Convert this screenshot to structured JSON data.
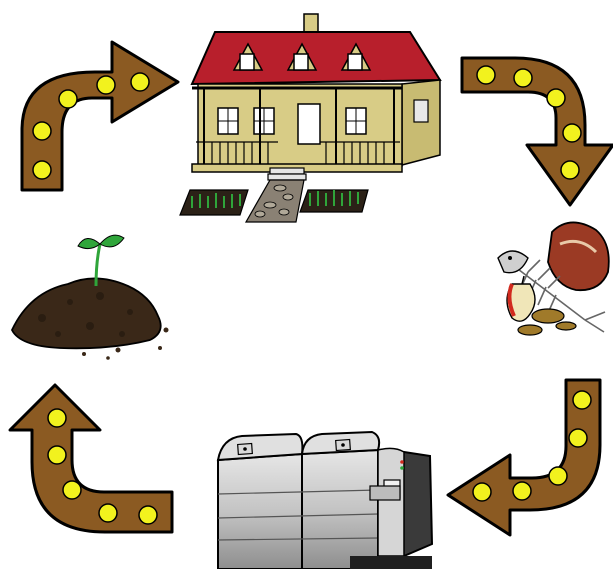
{
  "diagram": {
    "type": "cycle",
    "steps": [
      {
        "id": "house",
        "icon": "house-with-garden-icon"
      },
      {
        "id": "food-scraps",
        "icon": "food-scraps-icon"
      },
      {
        "id": "composter",
        "icon": "composting-machine-icon"
      },
      {
        "id": "soil",
        "icon": "soil-with-sprout-icon"
      }
    ],
    "arrows": [
      {
        "from": "soil",
        "to": "house",
        "icon": "curved-arrow-icon"
      },
      {
        "from": "house",
        "to": "food-scraps",
        "icon": "curved-arrow-icon"
      },
      {
        "from": "food-scraps",
        "to": "composter",
        "icon": "curved-arrow-icon"
      },
      {
        "from": "composter",
        "to": "soil",
        "icon": "curved-arrow-icon"
      }
    ],
    "colors": {
      "arrow_fill": "#8B5A22",
      "arrow_outline": "#000000",
      "arrow_dots": "#F2F21E",
      "roof": "#B81F2C",
      "house_wall": "#D8CC86",
      "soil": "#3A2818",
      "sprout": "#2FA53A",
      "machine_body": "#C8C8C8",
      "machine_dark": "#3A3A3A"
    }
  }
}
